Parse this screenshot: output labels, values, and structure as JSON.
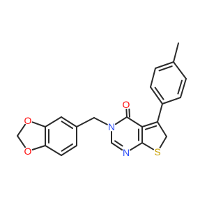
{
  "atoms": [
    {
      "id": "O_carbonyl",
      "symbol": "O",
      "color": "#ff0d0d"
    },
    {
      "id": "N3",
      "symbol": "N",
      "color": "#3050f8"
    },
    {
      "id": "N1",
      "symbol": "N",
      "color": "#3050f8"
    },
    {
      "id": "S",
      "symbol": "S",
      "color": "#c8a000"
    },
    {
      "id": "O_dioxole_top",
      "symbol": "O",
      "color": "#ff0d0d"
    },
    {
      "id": "O_dioxole_bottom",
      "symbol": "O",
      "color": "#ff0d0d"
    }
  ],
  "bond_color": "#2b2b2b",
  "background": "#ffffff"
}
